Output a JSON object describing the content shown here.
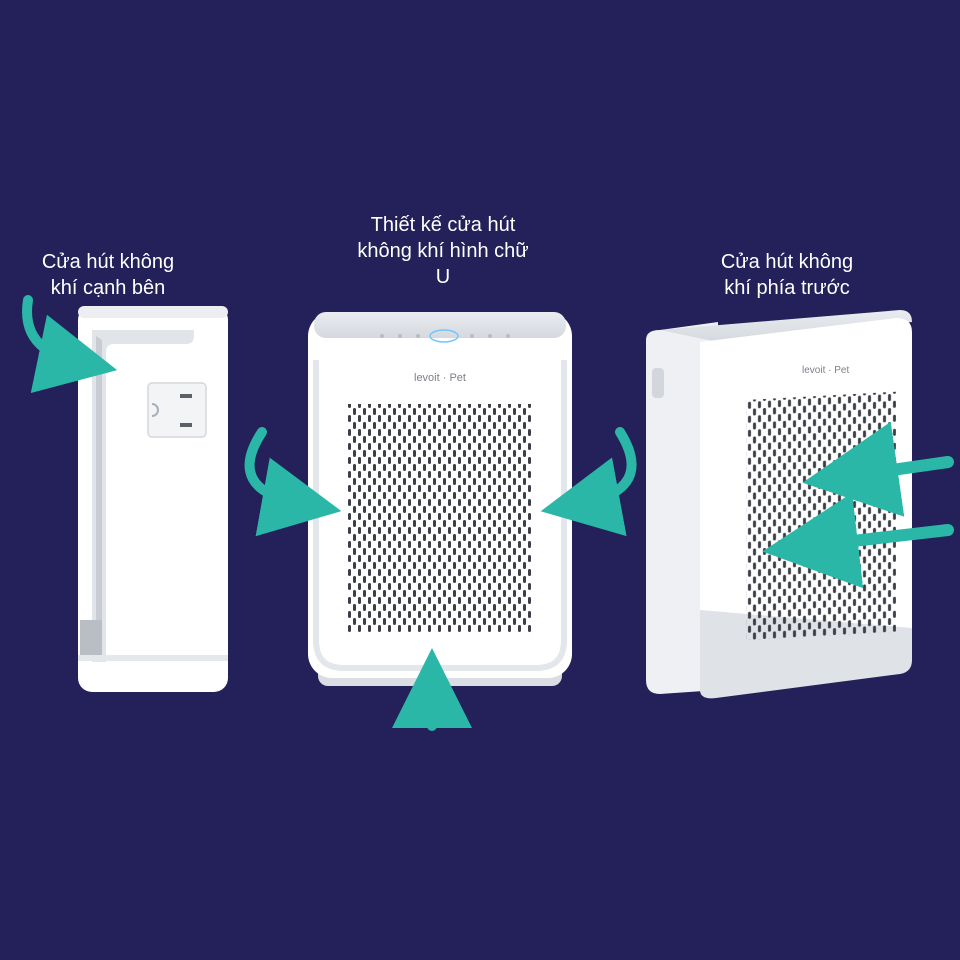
{
  "captions": {
    "side_intake": "Cửa hút không\nkhí cạnh bên",
    "u_shape_design": "Thiết kế cửa hút\nkhông khí hình chữ\nU",
    "front_intake": "Cửa hút không\nkhí phía trước"
  },
  "brand": {
    "logo_text": "levoit · Pet"
  },
  "colors": {
    "background": "#23205a",
    "arrow": "#2bb7a8",
    "device_body": "#ffffff",
    "device_shadow": "#d8dbe0",
    "grille_holes": "#3b3e46"
  },
  "icons": {
    "airflow_arrow": "curved-teal-arrow",
    "power_outlet": "outlet-icon"
  }
}
